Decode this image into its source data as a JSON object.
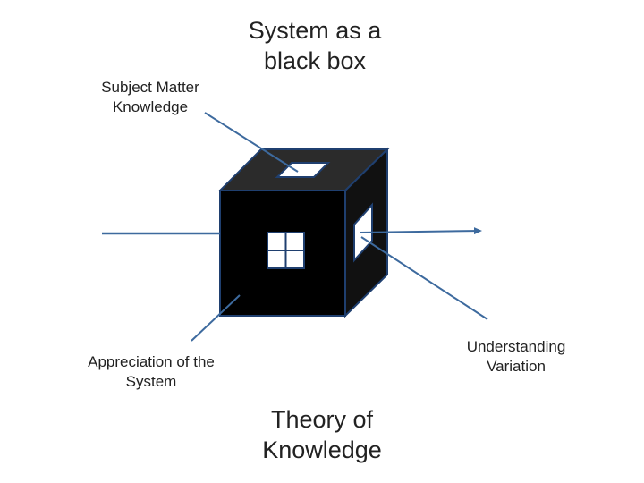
{
  "labels": {
    "system_black_box": "System as a\nblack box",
    "subject_matter": "Subject Matter\nKnowledge",
    "appreciation": "Appreciation of the\nSystem",
    "variation": "Understanding\nVariation",
    "theory": "Theory of\nKnowledge"
  },
  "colors": {
    "cube_fill": "#000000",
    "cube_top": "#2b2b2b",
    "cube_side": "#111111",
    "edge": "#1f3f6f",
    "arrow": "#3d6a9e",
    "window": "#ffffff"
  }
}
